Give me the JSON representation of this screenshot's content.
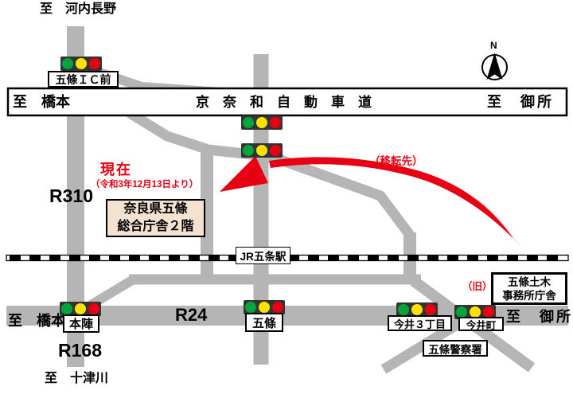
{
  "colors": {
    "road": "#b5b5b5",
    "accent_red": "#e60012",
    "signal_green": "#00a63c",
    "signal_yellow": "#ffe200",
    "signal_red": "#e60012",
    "signal_housing": "#333333",
    "new_office_fill": "#f3e2d0"
  },
  "compass": {
    "north": "N"
  },
  "destinations": {
    "top": "至　河内長野",
    "bottom": "至　十津川",
    "expressway_left": "至　橋本",
    "expressway_right": "至　御所",
    "route24_left": "至　橋本",
    "route24_right": "至　御所"
  },
  "roads": {
    "expressway": "京奈和自動車道",
    "route310": "R310",
    "route168": "R168",
    "route24": "R24"
  },
  "signals": {
    "gojo_ic": "五條ＩＣ前",
    "honjin": "本陣",
    "gojo": "五條",
    "imai_3chome": "今井３丁目",
    "imai_cho": "今井町"
  },
  "places": {
    "station": "JR五条駅",
    "new_office": [
      "奈良県五條",
      "総合庁舎２階"
    ],
    "old_office": [
      "五條土木",
      "事務所庁舎"
    ],
    "police": "五條警察署"
  },
  "annotations": {
    "current": "現在",
    "current_since": "（令和3年12月13日より）",
    "relocation": "（移転先）",
    "old": "（旧）"
  }
}
